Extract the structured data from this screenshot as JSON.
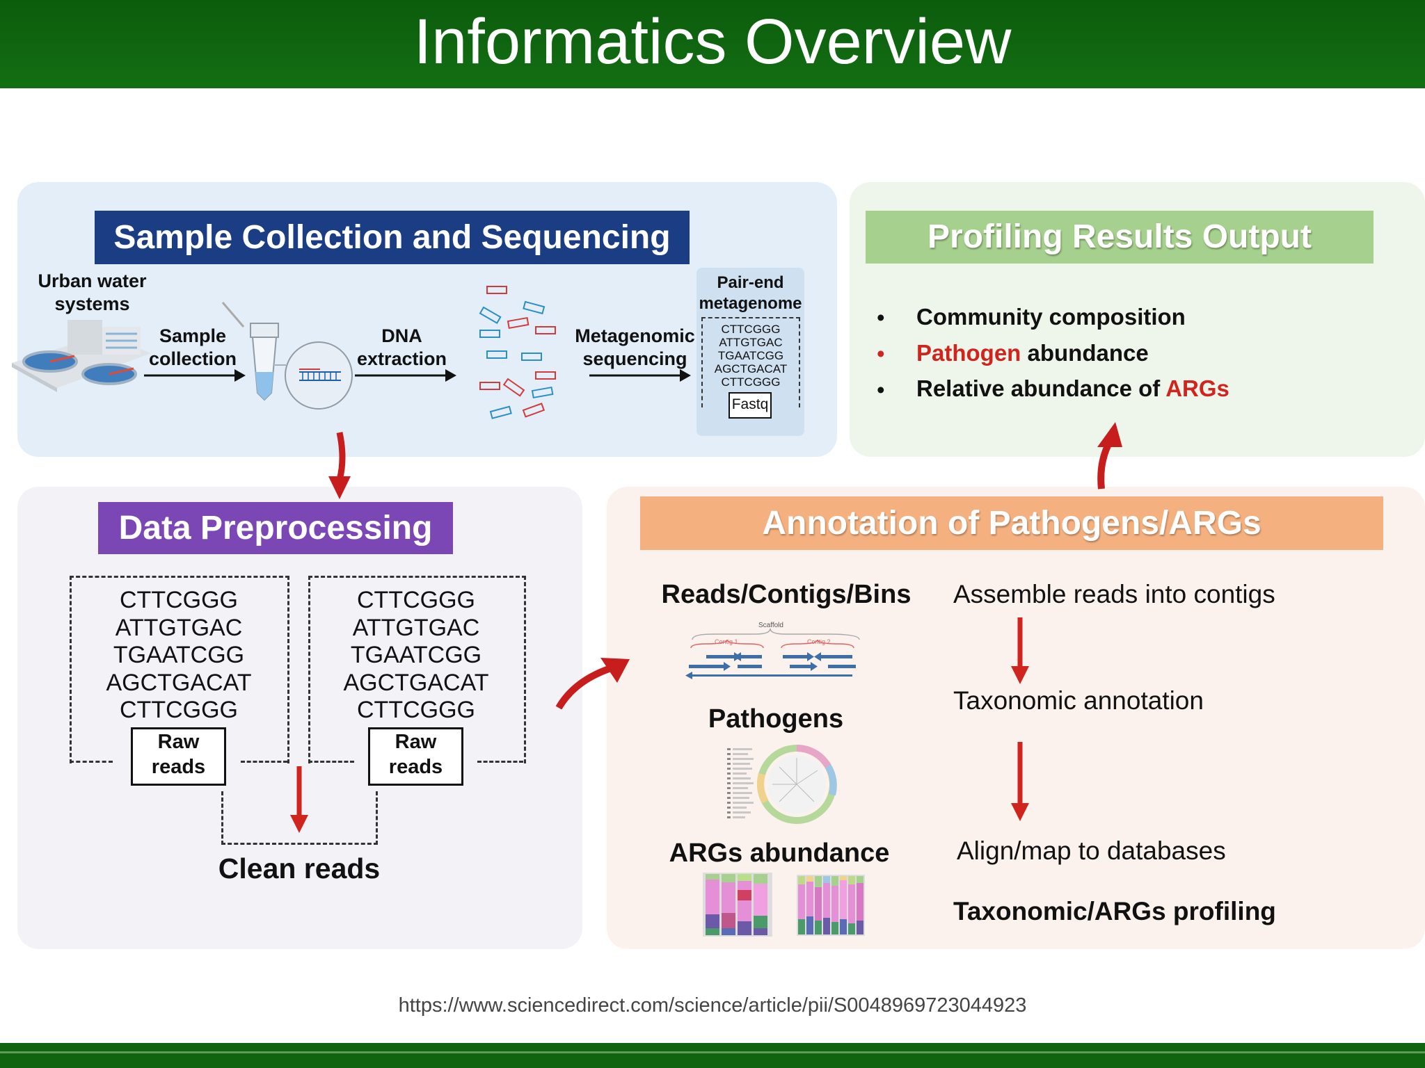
{
  "title": "Informatics Overview",
  "url": "https://www.sciencedirect.com/science/article/pii/S0048969723044923",
  "colors": {
    "header_green": "#136f13",
    "navy": "#1b3d84",
    "light_green": "#a6d08d",
    "purple": "#7b47b4",
    "orange": "#f4b07e",
    "red": "#d0241f"
  },
  "sample": {
    "header": "Sample Collection and Sequencing",
    "urban_line1": "Urban water",
    "urban_line2": "systems",
    "sample_line1": "Sample",
    "sample_line2": "collection",
    "dna_line1": "DNA",
    "dna_line2": "extraction",
    "meta_line1": "Metagenomic",
    "meta_line2": "sequencing",
    "pair_line1": "Pair-end",
    "pair_line2": "metagenome",
    "sequences": [
      "CTTCGGG",
      "ATTGTGAC",
      "TGAATCGG",
      "AGCTGACAT",
      "CTTCGGG"
    ],
    "file_label": "Fastq"
  },
  "profiling": {
    "header": "Profiling Results Output",
    "item1": "Community composition",
    "item2_red": "Pathogen",
    "item2_rest": " abundance",
    "item3_lead": "Relative abundance of ",
    "item3_red": "ARGs"
  },
  "preprocessing": {
    "header": "Data Preprocessing",
    "sequences": [
      "CTTCGGG",
      "ATTGTGAC",
      "TGAATCGG",
      "AGCTGACAT",
      "CTTCGGG"
    ],
    "raw_line1": "Raw",
    "raw_line2": "reads",
    "clean_label": "Clean reads"
  },
  "annotation": {
    "header": "Annotation of Pathogens/ARGs",
    "left_reads": "Reads/Contigs/Bins",
    "scaffold": "Scaffold",
    "contig1": "Contig 1",
    "contig2": "Contig 2",
    "left_pathogens": "Pathogens",
    "left_args": "ARGs abundance",
    "step1": "Assemble reads into contigs",
    "step2": "Taxonomic annotation",
    "step3": "Align/map to databases",
    "step4": "Taxonomic/ARGs profiling"
  }
}
